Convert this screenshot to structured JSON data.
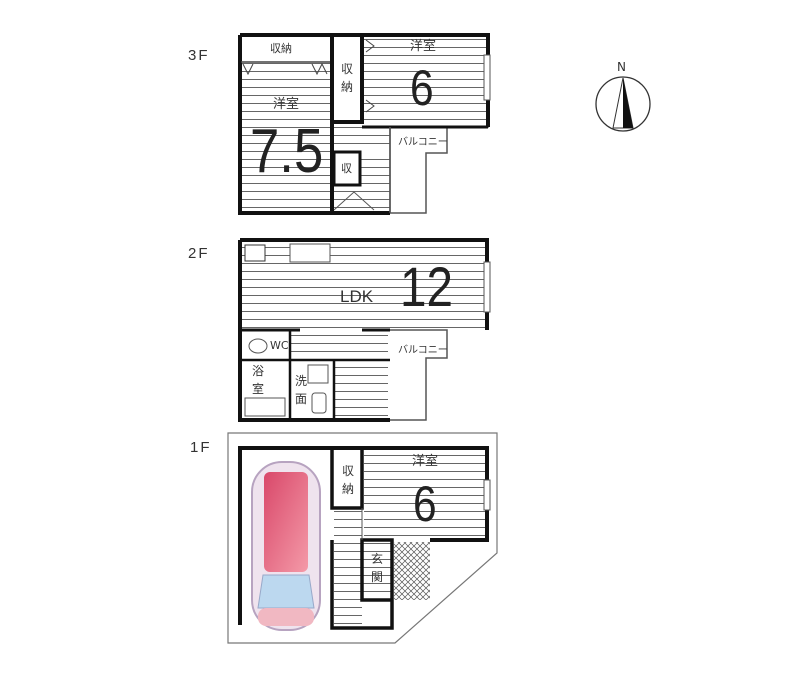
{
  "floors": {
    "f3": {
      "label": "3F",
      "closet_top": "収納",
      "closet_mid": "収納",
      "room_right_name": "洋室",
      "room_right_size": "6",
      "room_left_name": "洋室",
      "room_left_size": "7.5",
      "balcony": "バルコニー",
      "small_closet": "収"
    },
    "f2": {
      "label": "2F",
      "ldk_name": "LDK",
      "ldk_size": "12",
      "wc": "WC",
      "bath": "浴室",
      "washroom": "洗面",
      "balcony": "バルコニー"
    },
    "f1": {
      "label": "1F",
      "closet": "収納",
      "room_name": "洋室",
      "room_size": "6",
      "entrance": "玄関"
    }
  },
  "compass": {
    "label": "N"
  },
  "colors": {
    "wall": "#1a1a1a",
    "car_body": "#e0556e",
    "car_glass": "#bcd8ef",
    "line": "#555555"
  }
}
